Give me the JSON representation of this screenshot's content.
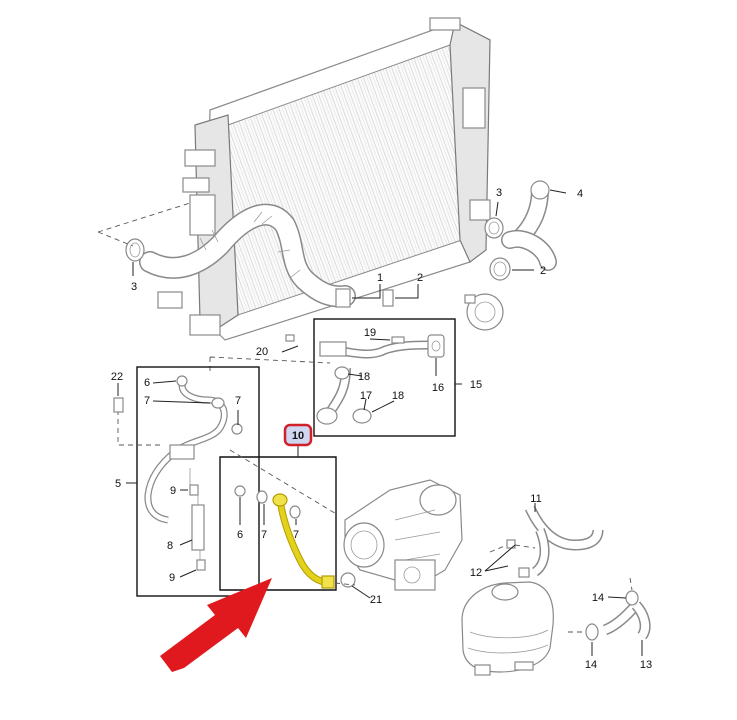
{
  "colors": {
    "highlight_border": "#d0202a",
    "highlight_fill": "#cfd6ef",
    "selected_pipe": "#e3d21a",
    "arrow": "#e0191f"
  },
  "callouts": {
    "c1": "1",
    "c2a": "2",
    "c2b": "2",
    "c3a": "3",
    "c3b": "3",
    "c4": "4",
    "c5": "5",
    "c6a": "6",
    "c6b": "6",
    "c7a": "7",
    "c7b": "7",
    "c7c": "7",
    "c7d": "7",
    "c8": "8",
    "c9a": "9",
    "c9b": "9",
    "c10": "10",
    "c11": "11",
    "c12": "12",
    "c13": "13",
    "c14a": "14",
    "c14b": "14",
    "c15": "15",
    "c16": "16",
    "c17": "17",
    "c18a": "18",
    "c18b": "18",
    "c19": "19",
    "c20": "20",
    "c21": "21",
    "c22": "22"
  }
}
